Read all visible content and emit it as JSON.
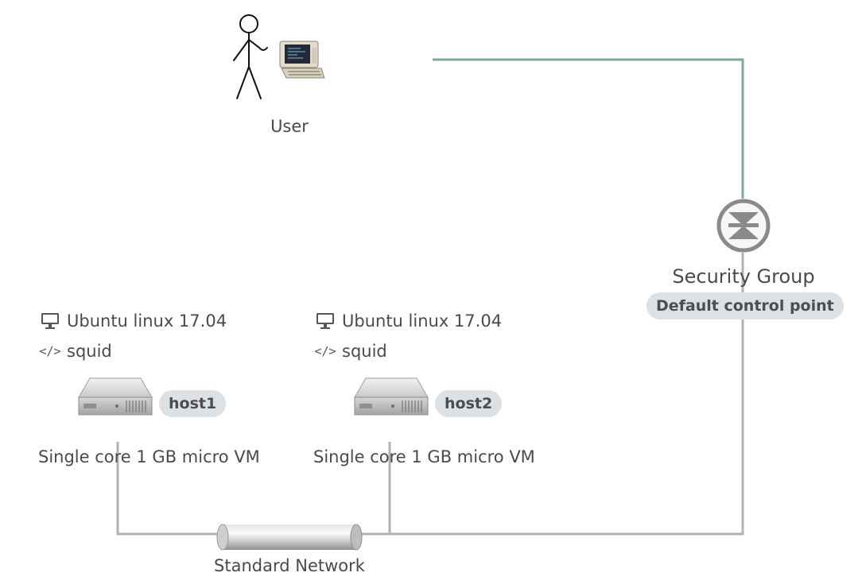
{
  "user": {
    "label": "User"
  },
  "security_group": {
    "label": "Security Group",
    "badge": "Default control point"
  },
  "hosts": [
    {
      "os_label": "Ubuntu linux 17.04",
      "os_icon": "monitor-icon",
      "software_label": "squid",
      "software_icon": "code-icon",
      "name": "host1",
      "vm_label": "Single core 1 GB micro VM"
    },
    {
      "os_label": "Ubuntu linux 17.04",
      "os_icon": "monitor-icon",
      "software_label": "squid",
      "software_icon": "code-icon",
      "name": "host2",
      "vm_label": "Single core 1 GB micro VM"
    }
  ],
  "network": {
    "label": "Standard Network"
  },
  "colors": {
    "link_teal": "#7fa8a4",
    "link_gray": "#b2b2b2",
    "badge_bg": "#dde1e4",
    "text": "#4a4a4a"
  }
}
